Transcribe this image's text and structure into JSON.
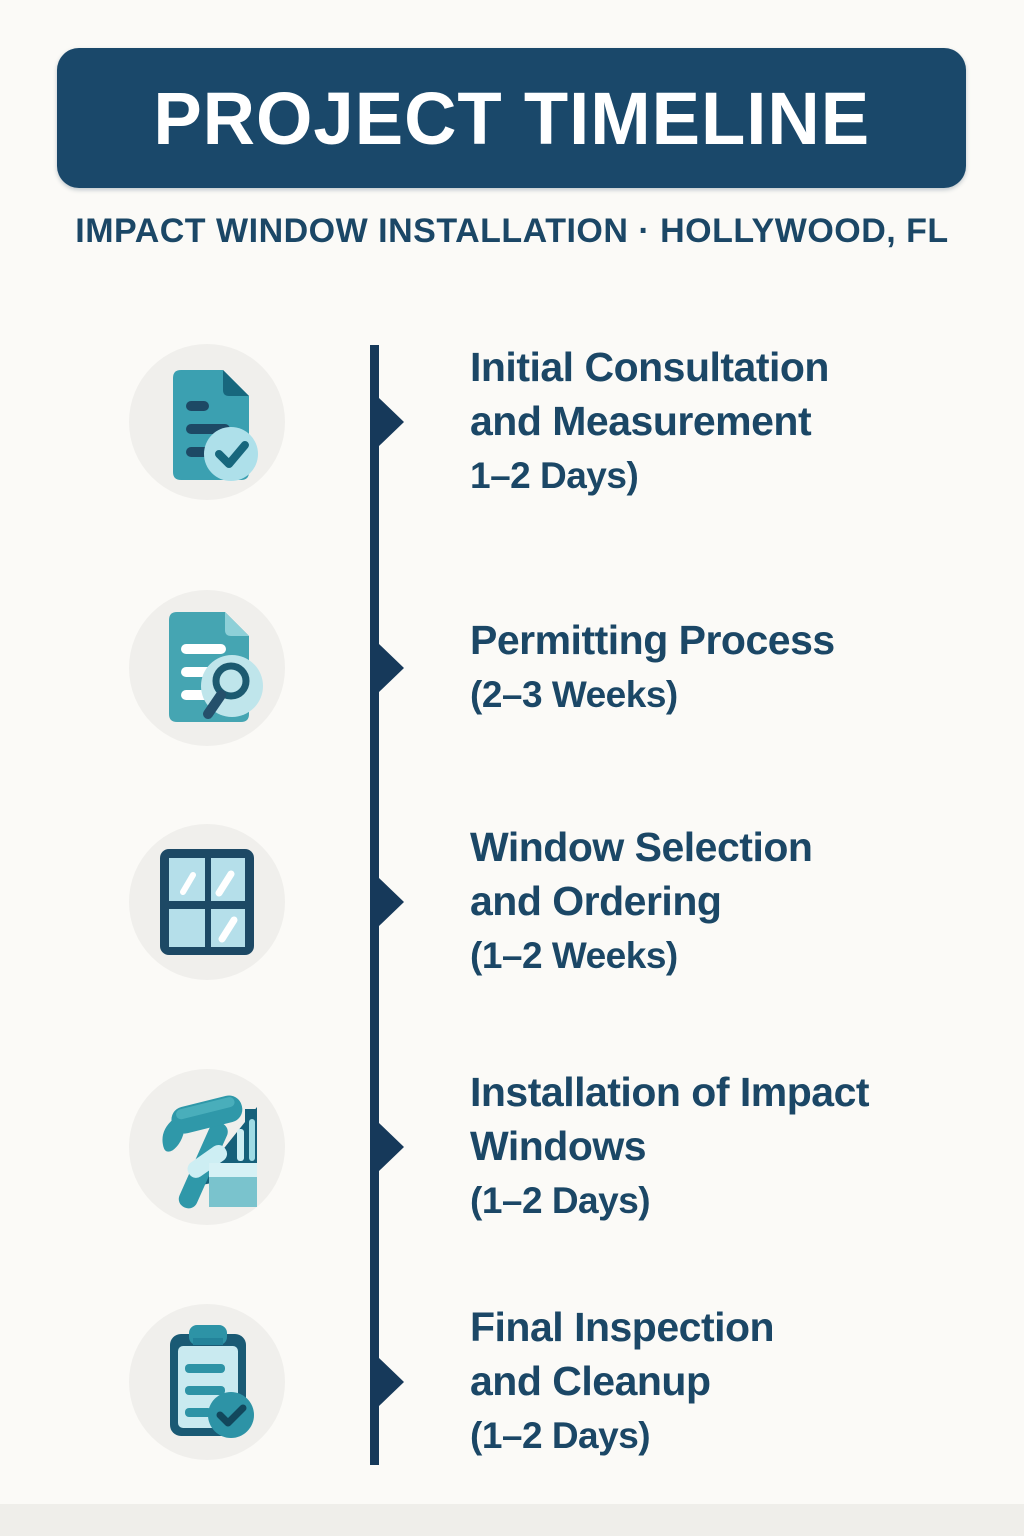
{
  "header": {
    "title": "PROJECT TIMELINE",
    "subtitle": "IMPACT WINDOW INSTALLATION · HOLLYWOOD, FL"
  },
  "colors": {
    "header_bg": "#1a486a",
    "heading_text": "#1b4766",
    "timeline_line": "#16395a",
    "icon_teal": "#3ba0b1",
    "icon_dark_teal": "#17677d",
    "icon_light_blue": "#aee0ea",
    "icon_navy": "#1d4965",
    "icon_circle_bg": "#f0efec",
    "page_bg": "#fbfaf7"
  },
  "timeline": {
    "steps": [
      {
        "icon": "document-check-icon",
        "title_lines": [
          "Initial Consultation",
          "and Measurement"
        ],
        "duration": "1–2 Days)"
      },
      {
        "icon": "document-search-icon",
        "title_lines": [
          "Permitting Process"
        ],
        "duration": "(2–3 Weeks)"
      },
      {
        "icon": "window-icon",
        "title_lines": [
          "Window Selection",
          "and Ordering"
        ],
        "duration": "(1–2 Weeks)"
      },
      {
        "icon": "hammer-toolbox-icon",
        "title_lines": [
          "Installation of Impact",
          "Windows"
        ],
        "duration": "(1–2 Days)"
      },
      {
        "icon": "clipboard-check-icon",
        "title_lines": [
          "Final Inspection",
          "and Cleanup"
        ],
        "duration": "(1–2 Days)"
      }
    ]
  }
}
